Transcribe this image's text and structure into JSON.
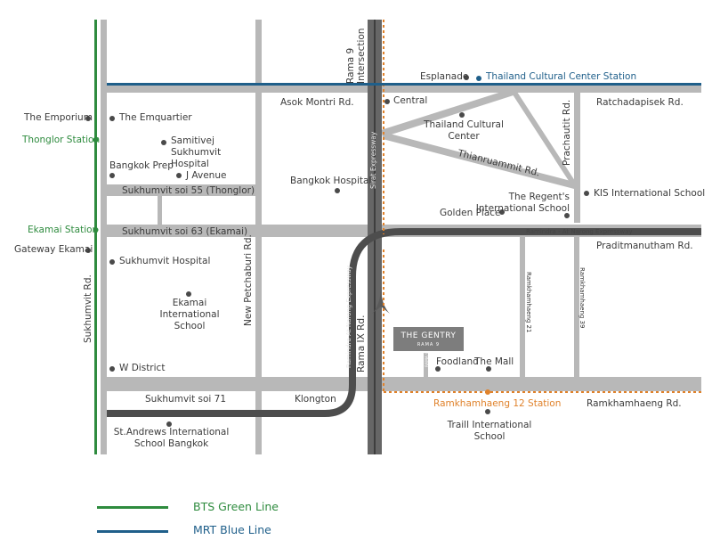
{
  "lines": {
    "bts_green": {
      "color": "#2e8b3e",
      "label": "BTS Green Line"
    },
    "mrt_blue": {
      "color": "#1f5f8a",
      "label": "MRT Blue Line"
    },
    "orange": {
      "color": "#e0822b"
    }
  },
  "roads": {
    "sukhumvit": "Sukhumvit Rd.",
    "soi55": "Sukhumvit soi 55 (Thonglor)",
    "soi63": "Sukhumvit soi 63 (Ekamai)",
    "soi71": "Sukhumvit soi 71",
    "new_petchaburi": "New Petchaburi Rd.",
    "asok_montri": "Asok Montri Rd.",
    "rama9_intersection": "Rama 9 Intersection",
    "sirat": "Sirat Expressway",
    "rama9_rd": "Rama IX Rd.",
    "ramindra_expressway_h": "Ramindra - At Narong Expressway",
    "ramindra_expressway_v": "Ramindra-At Narong Expressway",
    "thianruammit": "Thianruammit Rd.",
    "prachautit": "Prachautit Rd.",
    "ratchadapisek": "Ratchadapisek Rd.",
    "praditmanutham": "Praditmanutham Rd.",
    "ramkhamhaeng21": "Ramkhamhaeng 21",
    "ramkhamhaeng39": "Ramkhamhaeng 39",
    "ramkhamhaeng": "Ramkhamhaeng Rd.",
    "rama9_small": "RAMA 9"
  },
  "places": {
    "emporium": "The Emporium",
    "emquartier": "The Emquartier",
    "thonglor_station": "Thonglor Station",
    "samitivej": "Samitivej Sukhumvit Hospital",
    "bangkok_prep": "Bangkok Prep",
    "j_avenue": "J Avenue",
    "bangkok_hospital": "Bangkok Hospital",
    "ekamai_station": "Ekamai Station",
    "gateway_ekamai": "Gateway Ekamai",
    "sukhumvit_hospital": "Sukhumvit Hospital",
    "ekamai_school": "Ekamai International School",
    "w_district": "W District",
    "st_andrews": "St.Andrews International School Bangkok",
    "klongton": "Klongton",
    "esplanade": "Esplanade",
    "tcc_station": "Thailand Cultural Center Station",
    "central": "Central",
    "tcc": "Thailand Cultural Center",
    "regents": "The Regent's International School",
    "golden_place": "Golden Place",
    "kis": "KIS International School",
    "foodland": "Foodland",
    "the_mall": "The Mall",
    "ramkhamhaeng12_station": "Ramkhamhaeng 12 Station",
    "traill": "Traill International School"
  },
  "gentry": {
    "name": "THE GENTRY",
    "sub": "RAMA 9"
  }
}
